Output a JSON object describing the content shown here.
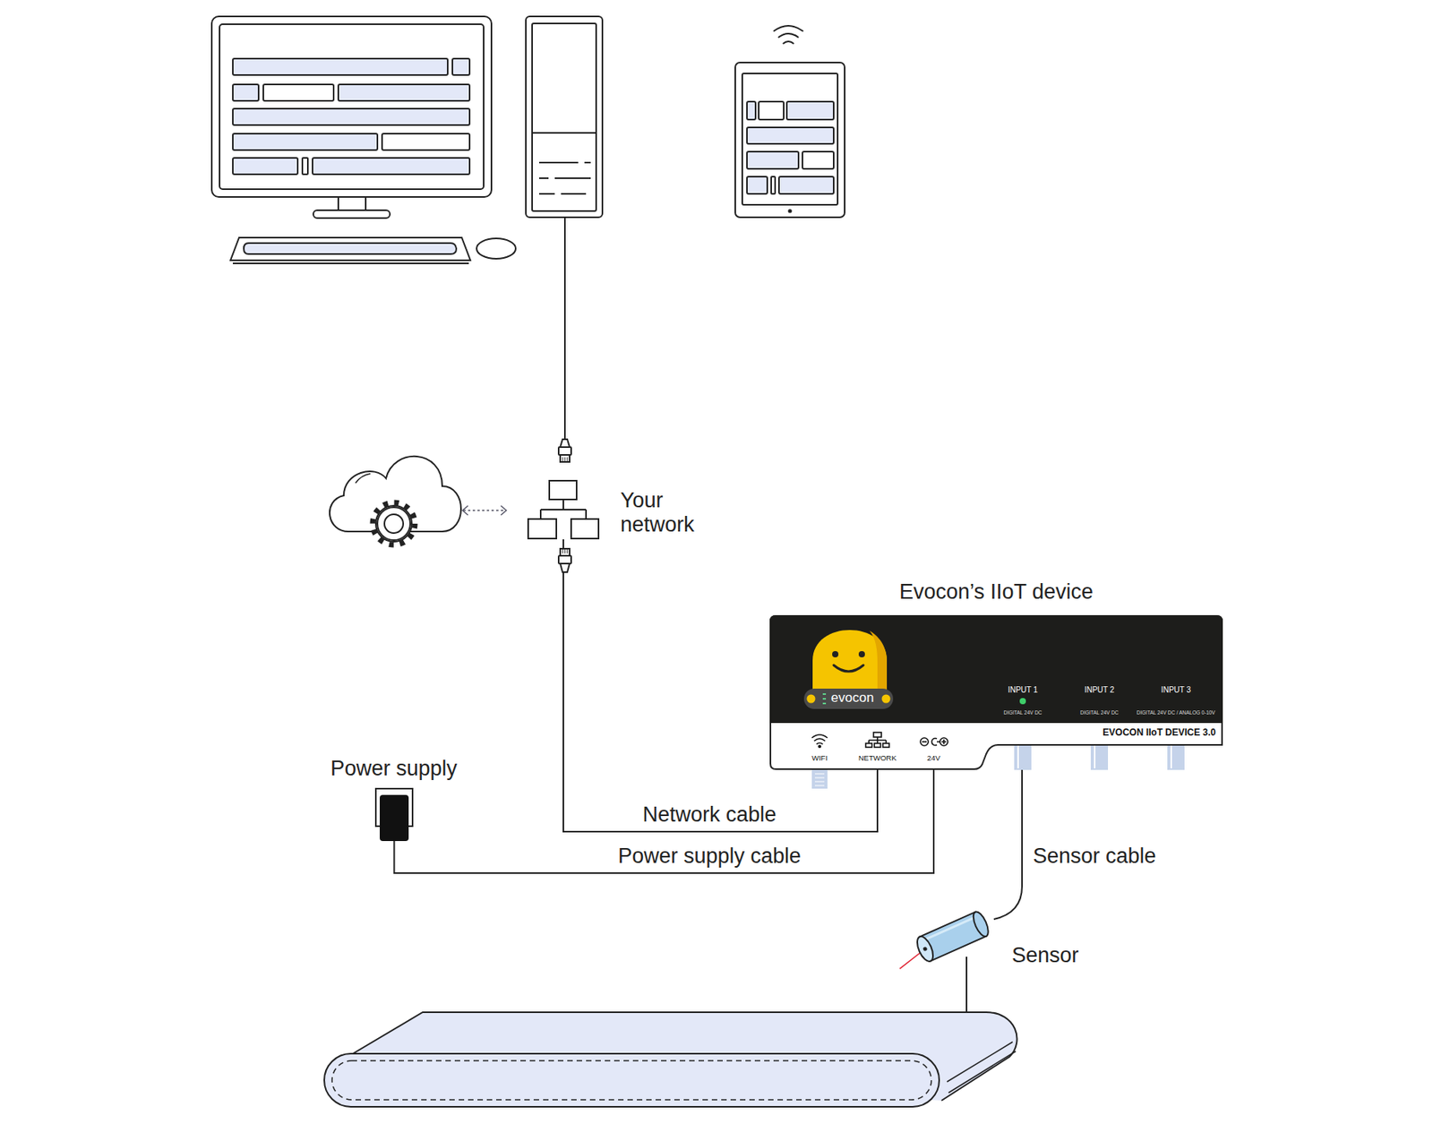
{
  "diagram": {
    "nodes": [
      {
        "text": [
          "Your network"
        ]
      },
      {
        "text": [
          "Evocon’s IIoT device",
          "evocon",
          "INPUT 1",
          "DIGITAL 24V DC",
          "INPUT 2",
          "DIGITAL 24V DC",
          "INPUT 3",
          "DIGITAL 24V DC / ANALOG 0-10V",
          "EVOCON IIoT DEVICE 3.0",
          "WIFI",
          "NETWORK",
          "24V"
        ]
      },
      {
        "text": [
          "Power supply"
        ]
      },
      {
        "text": [
          "Sensor"
        ]
      }
    ],
    "edges": [
      {
        "from": 0,
        "to": 1,
        "label": "Network cable",
        "arrow": "none"
      },
      {
        "from": 2,
        "to": 1,
        "label": "Power supply cable",
        "arrow": "none"
      },
      {
        "from": 3,
        "to": 1,
        "label": "Sensor cable",
        "arrow": "none"
      }
    ]
  }
}
